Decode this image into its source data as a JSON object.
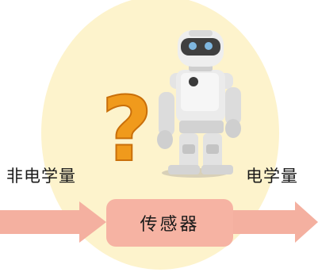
{
  "diagram": {
    "input_label": "非电学量",
    "sensor_label": "传感器",
    "output_label": "电学量",
    "question_mark": "?",
    "colors": {
      "background_circle": "#fdf3cc",
      "arrow": "#f4b0a0",
      "sensor_box": "#f6b3a3",
      "question_mark": "#f09a1c"
    },
    "icons": [
      "robot-image",
      "question-mark-icon",
      "arrow-icon"
    ]
  }
}
